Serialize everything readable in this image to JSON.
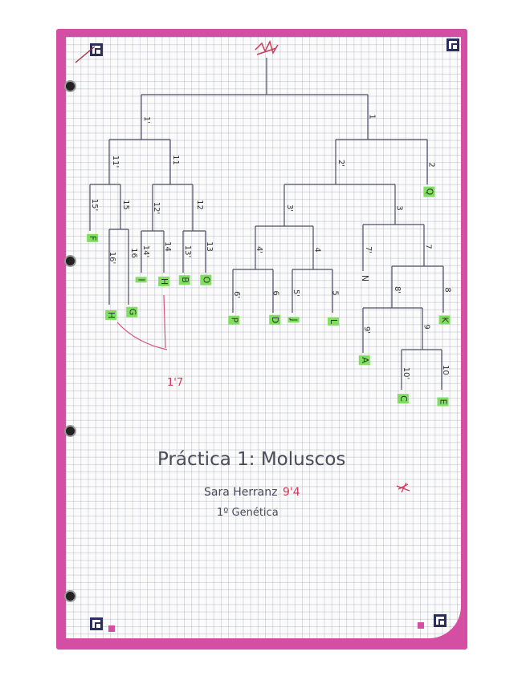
{
  "title": "Práctica 1: Moluscos",
  "author": "Sara Herranz",
  "grade": "9'4",
  "course": "1º Genética",
  "note": "1'7",
  "branch_labels": {
    "b1p": "1'",
    "b1": "1",
    "b11p": "11'",
    "b11": "11",
    "b15p": "15'",
    "b15": "15",
    "b12p": "12'",
    "b12": "12",
    "b16p": "16'",
    "b16": "16",
    "b14p": "14'",
    "b14": "14",
    "b13p": "13'",
    "b13": "13",
    "b2p": "2'",
    "b2": "2",
    "b3p": "3'",
    "b3": "3",
    "b4p": "4'",
    "b4": "4",
    "b6p": "6'",
    "b6": "6",
    "b5p": "5'",
    "b5": "5",
    "b7p": "7'",
    "b7": "7",
    "b8p": "8'",
    "b8": "8",
    "b9p": "9'",
    "b9": "9",
    "b10p": "10'",
    "b10": "10"
  },
  "leaves": {
    "F": "F",
    "H1": "H",
    "G": "G",
    "I": "I",
    "H2": "H",
    "B": "B",
    "O": "O",
    "P": "P",
    "D": "D",
    "J": "J",
    "L": "L",
    "Q": "Q",
    "N": "N",
    "A": "A",
    "K": "K",
    "C": "C",
    "E": "E"
  },
  "colors": {
    "sheet": "#d44fa3",
    "highlight": "#7ee05e",
    "ink": "#4a4a5a",
    "red": "#d23a5a"
  }
}
